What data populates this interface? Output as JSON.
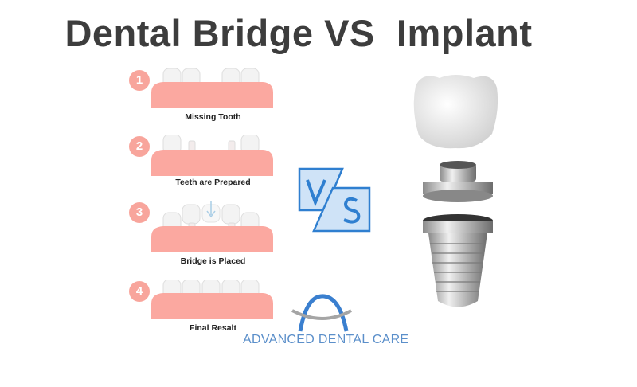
{
  "title": "Dental Bridge VS  Implant",
  "steps": [
    {
      "number": "1",
      "label": "Missing Tooth"
    },
    {
      "number": "2",
      "label": "Teeth are Prepared"
    },
    {
      "number": "3",
      "label": "Bridge is Placed"
    },
    {
      "number": "4",
      "label": "Final Resalt"
    }
  ],
  "logo": {
    "text": "ADVANCED DENTAL CARE"
  },
  "colors": {
    "gum": "#fba8a0",
    "circle": "#f8a59c",
    "vs_blue": "#2f7fd0",
    "logo_blue": "#5b8fca"
  }
}
